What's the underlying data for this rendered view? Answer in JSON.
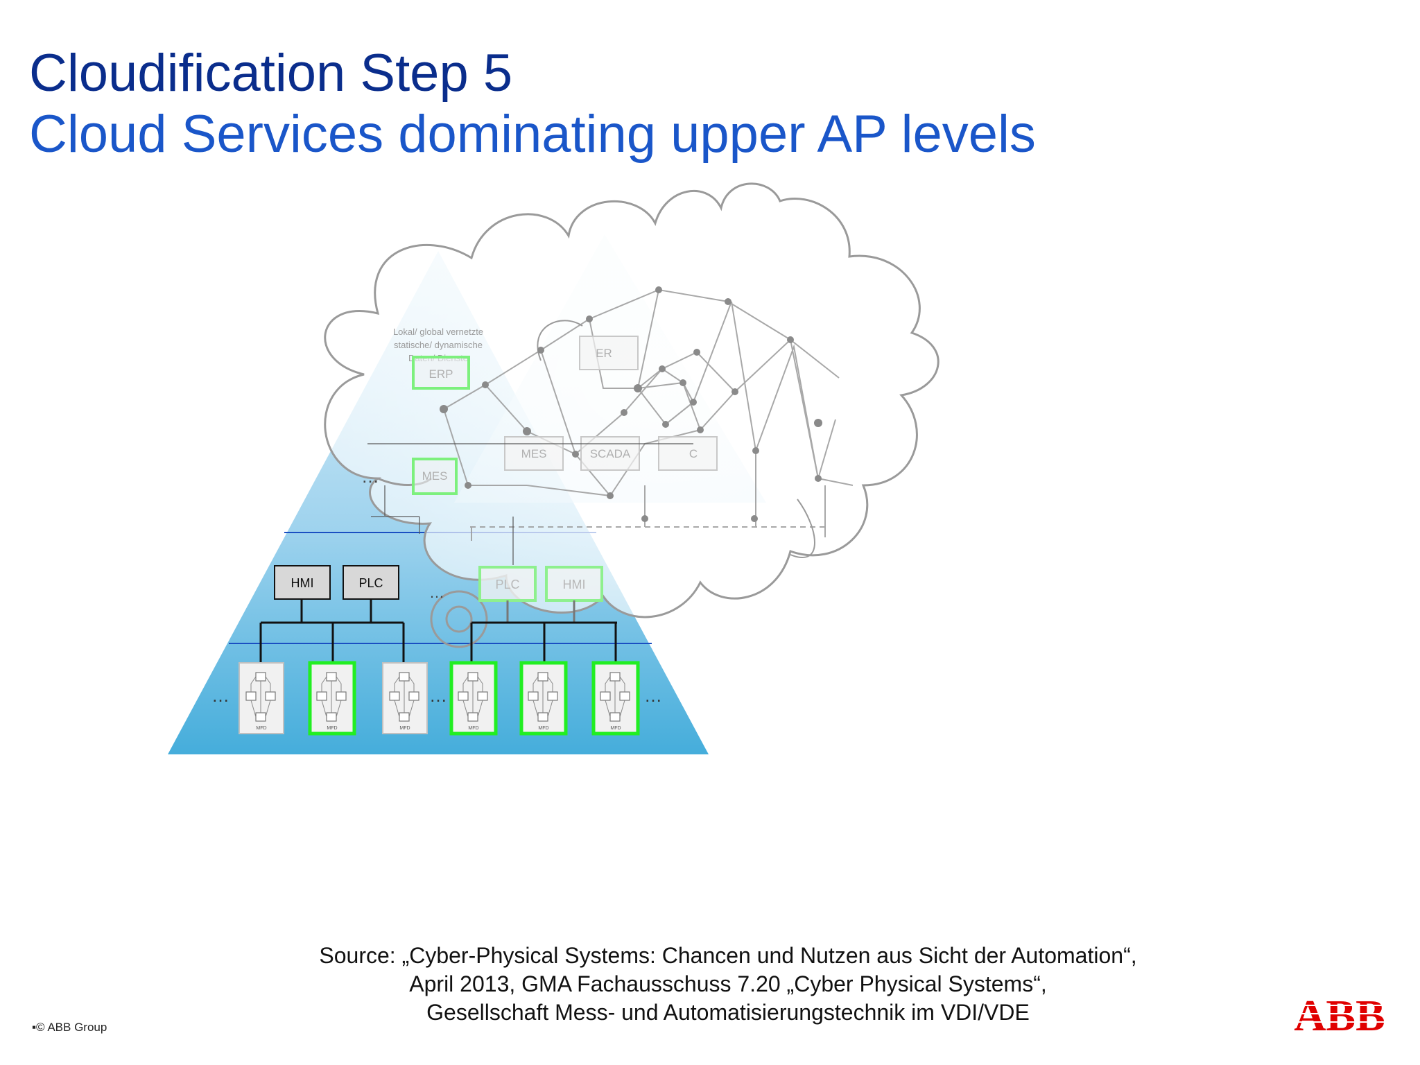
{
  "slide": {
    "title_line1": "Cloudification Step 5",
    "title_line2": "Cloud Services dominating upper AP levels",
    "source_lines": [
      "Source: „Cyber-Physical Systems: Chancen und Nutzen aus Sicht der Automation“,",
      "April 2013, GMA Fachausschuss 7.20 „Cyber Physical Systems“,",
      "Gesellschaft Mess- und Automatisierungstechnik im VDI/VDE"
    ],
    "copyright": "▪© ABB Group",
    "logo_text": "ABB"
  },
  "diagram": {
    "cloud_note_lines": [
      "Lokal/ global vernetzte",
      "statische/ dynamische",
      "Daten/ Dienste"
    ],
    "faded_boxes": [
      "ERP",
      "MES",
      "ER",
      "MES",
      "SCADA",
      "C"
    ],
    "control_boxes": [
      "HMI",
      "PLC"
    ],
    "cloud_control_boxes": [
      "PLC",
      "HMI"
    ],
    "ellipsis": "…",
    "device_label": "MFD",
    "device_count": 6,
    "highlighted_devices": [
      2,
      4,
      5,
      6
    ]
  },
  "colors": {
    "title_dark": "#0a2d8c",
    "title_blue": "#1a56c9",
    "pyramid_light": "#cdeaf7",
    "pyramid_dark": "#4cb0db",
    "highlight_green": "#22ee22",
    "abb_red": "#e00000"
  }
}
